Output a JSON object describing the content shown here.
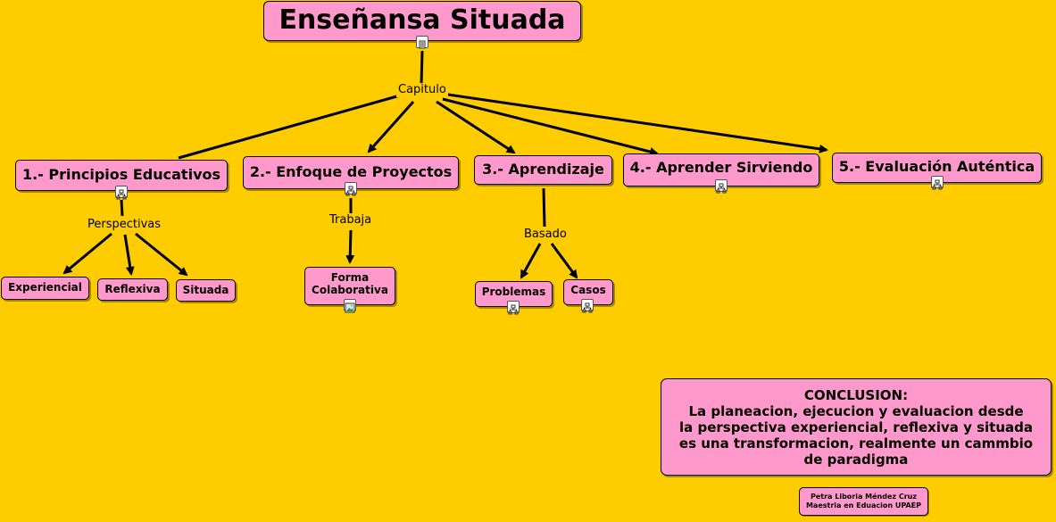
{
  "title": "Enseñansa Situada",
  "links": {
    "capitulo": "Capitulo",
    "perspectivas": "Perspectivas",
    "trabaja": "Trabaja",
    "basado": "Basado"
  },
  "chapters": [
    "1.- Principios Educativos",
    "2.- Enfoque de Proyectos",
    "3.- Aprendizaje",
    "4.- Aprender Sirviendo",
    "5.- Evaluación Auténtica"
  ],
  "perspectivas": [
    "Experiencial",
    "Reflexiva",
    "Situada"
  ],
  "trabaja": {
    "line1": "Forma",
    "line2": "Colaborativa"
  },
  "basado": [
    "Problemas",
    "Casos"
  ],
  "conclusion": {
    "heading": "CONCLUSION:",
    "lines": [
      "La planeacion, ejecucion y evaluacion desde",
      "la perspectiva experiencial, reflexiva y situada",
      "es una transformacion, realmente un cammbio",
      "de paradigma"
    ]
  },
  "author": {
    "name": "Petra Liboria Méndez Cruz",
    "program": "Maestria en Eduacion UPAEP"
  },
  "colors": {
    "background": "#ffcc00",
    "node_fill": "#ff99cc",
    "border": "#000000"
  },
  "icons": {
    "title": "document-icon",
    "submap": "submap-icon",
    "image": "image-icon"
  }
}
